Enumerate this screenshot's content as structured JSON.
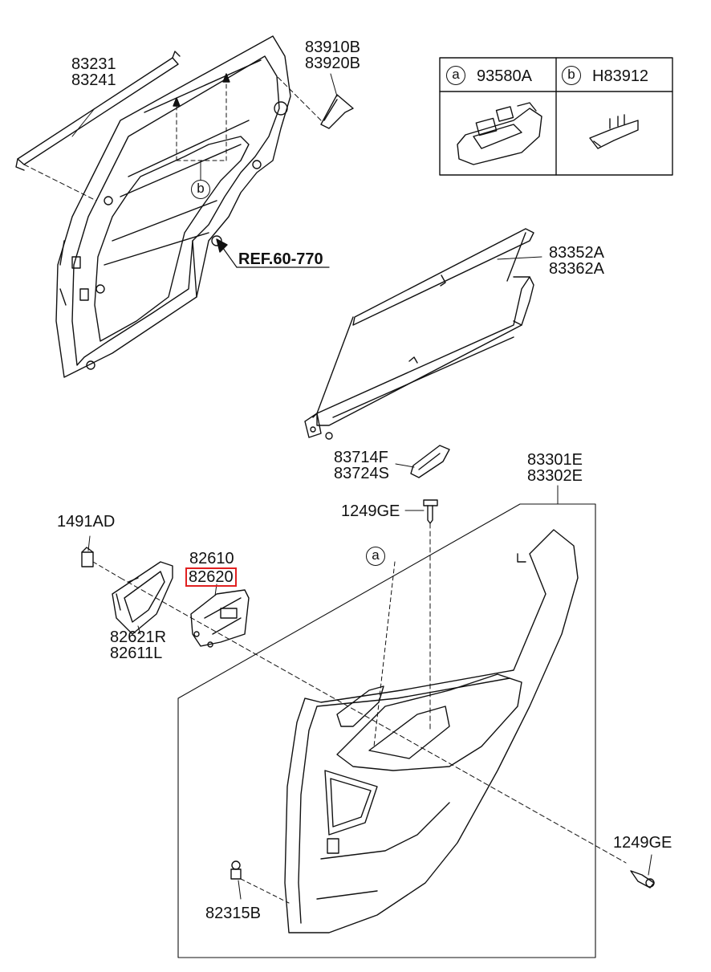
{
  "parts": {
    "p83231": "83231",
    "p83241": "83241",
    "p83910b": "83910B",
    "p83920b": "83920B",
    "ref": "REF.60-770",
    "p83352a": "83352A",
    "p83362a": "83362A",
    "p83714f": "83714F",
    "p83724s": "83724S",
    "p83301e": "83301E",
    "p83302e": "83302E",
    "p1249ge_top": "1249GE",
    "p1491ad": "1491AD",
    "p82610": "82610",
    "p82620": "82620",
    "p82621r": "82621R",
    "p82611l": "82611L",
    "p1249ge_bottom": "1249GE",
    "p82315b": "82315B"
  },
  "legend": {
    "a_marker": "a",
    "a_part": "93580A",
    "b_marker": "b",
    "b_part": "H83912"
  },
  "callouts": {
    "a": "a",
    "b": "b"
  },
  "highlight_color": "#e02020"
}
